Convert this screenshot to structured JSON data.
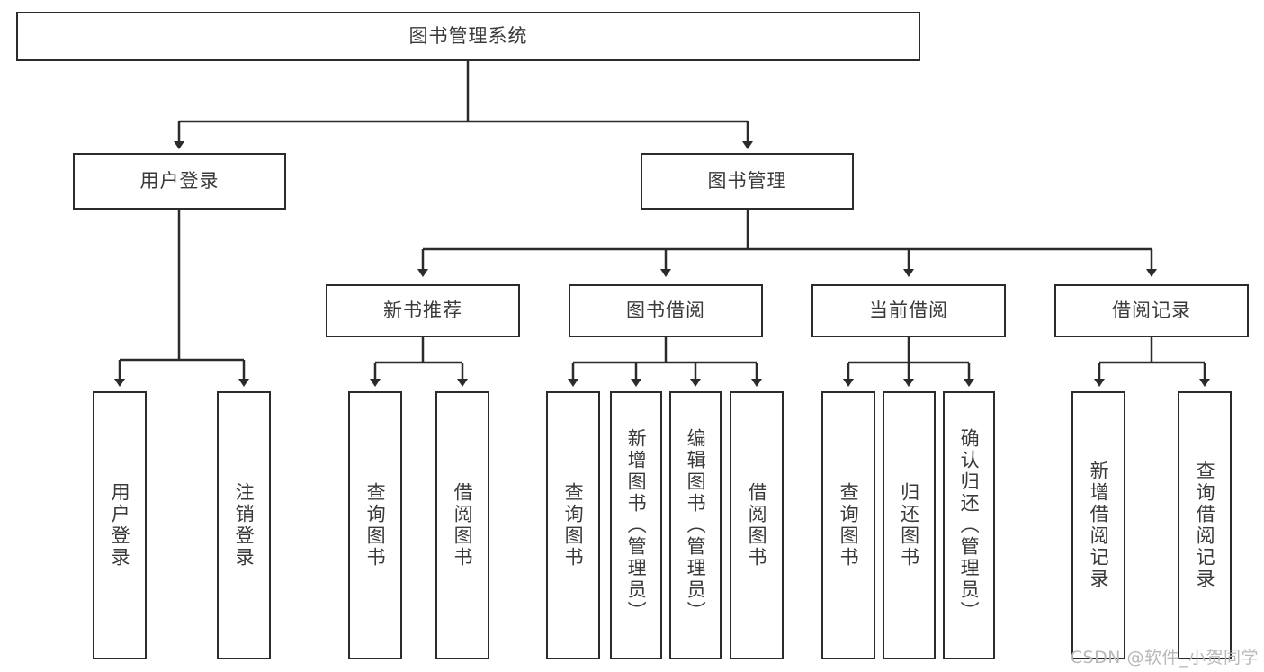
{
  "diagram": {
    "type": "tree",
    "title": "图书管理系统",
    "orientation": "top-down",
    "root": {
      "id": "root",
      "label": "图书管理系统"
    },
    "level2": [
      {
        "id": "user-login",
        "label": "用户登录"
      },
      {
        "id": "book-manage",
        "label": "图书管理"
      }
    ],
    "level3": [
      {
        "id": "new-book-rec",
        "label": "新书推荐",
        "parent": "book-manage"
      },
      {
        "id": "book-borrow",
        "label": "图书借阅",
        "parent": "book-manage"
      },
      {
        "id": "current-borrow",
        "label": "当前借阅",
        "parent": "book-manage"
      },
      {
        "id": "borrow-record",
        "label": "借阅记录",
        "parent": "book-manage"
      }
    ],
    "leaves": [
      {
        "id": "leaf-user-login",
        "label": "用户登录",
        "parent": "user-login"
      },
      {
        "id": "leaf-logout",
        "label": "注销登录",
        "parent": "user-login"
      },
      {
        "id": "leaf-query-book-1",
        "label": "查询图书",
        "parent": "new-book-rec"
      },
      {
        "id": "leaf-borrow-book-1",
        "label": "借阅图书",
        "parent": "new-book-rec"
      },
      {
        "id": "leaf-query-book-2",
        "label": "查询图书",
        "parent": "book-borrow"
      },
      {
        "id": "leaf-add-book",
        "label": "新增图书（管理员）",
        "parent": "book-borrow"
      },
      {
        "id": "leaf-edit-book",
        "label": "编辑图书（管理员）",
        "parent": "book-borrow"
      },
      {
        "id": "leaf-borrow-book-2",
        "label": "借阅图书",
        "parent": "book-borrow"
      },
      {
        "id": "leaf-query-book-3",
        "label": "查询图书",
        "parent": "current-borrow"
      },
      {
        "id": "leaf-return-book",
        "label": "归还图书",
        "parent": "current-borrow"
      },
      {
        "id": "leaf-confirm-return",
        "label": "确认归还（管理员）",
        "parent": "current-borrow"
      },
      {
        "id": "leaf-add-record",
        "label": "新增借阅记录",
        "parent": "borrow-record"
      },
      {
        "id": "leaf-query-record",
        "label": "查询借阅记录",
        "parent": "borrow-record"
      }
    ]
  },
  "watermark": {
    "text": "CSDN @软件_小贺同学"
  },
  "colors": {
    "box_border": "#2b2b2b",
    "box_fill": "#ffffff",
    "text": "#3a3a3a",
    "connector": "#2b2b2b",
    "watermark": "#b9b9b9"
  }
}
